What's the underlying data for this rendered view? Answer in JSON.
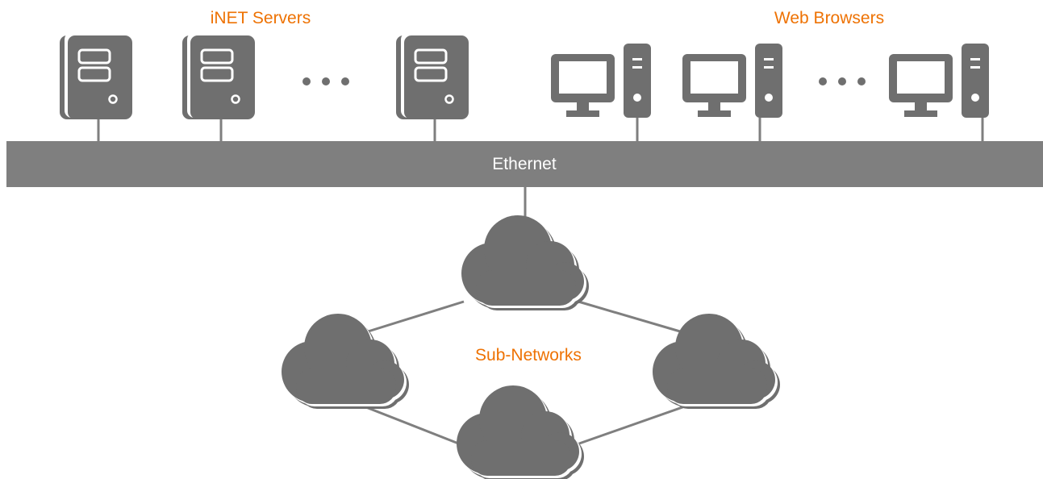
{
  "labels": {
    "servers_group": "iNET Servers",
    "browsers_group": "Web Browsers",
    "bus": "Ethernet",
    "subnetworks": "Sub-Networks"
  },
  "icons": {
    "server": "server-icon",
    "workstation": "desktop-computer-icon",
    "ellipsis": "ellipsis-icon",
    "cloud": "cloud-icon"
  },
  "colors": {
    "accent": "#ee7203",
    "device": "#6f6f6f",
    "bus": "#7f7f7f",
    "line": "#7f7f7f"
  }
}
